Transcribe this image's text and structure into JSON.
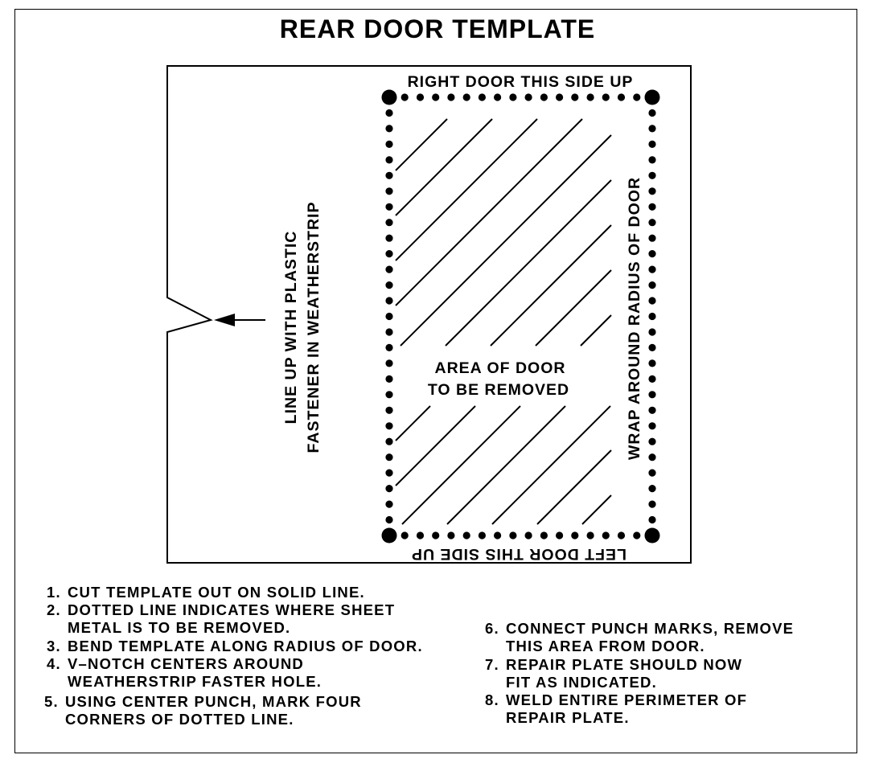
{
  "title": "REAR DOOR TEMPLATE",
  "labels": {
    "top": "RIGHT DOOR THIS SIDE UP",
    "bottom": "LEFT DOOR THIS SIDE UP",
    "right": "WRAP AROUND RADIUS OF DOOR",
    "left_line1": "LINE UP WITH PLASTIC",
    "left_line2": "FASTENER IN WEATHERSTRIP",
    "center_line1": "AREA OF DOOR",
    "center_line2": "TO BE REMOVED"
  },
  "steps": [
    {
      "num": "1.",
      "lines": [
        "CUT TEMPLATE OUT ON SOLID LINE."
      ]
    },
    {
      "num": "2.",
      "lines": [
        "DOTTED LINE INDICATES WHERE SHEET",
        "METAL IS TO BE REMOVED."
      ]
    },
    {
      "num": "3.",
      "lines": [
        "BEND TEMPLATE ALONG RADIUS OF DOOR."
      ]
    },
    {
      "num": "4.",
      "lines": [
        "V–NOTCH CENTERS AROUND",
        "WEATHERSTRIP FASTER HOLE."
      ]
    },
    {
      "num": "5.",
      "lines": [
        "USING CENTER PUNCH, MARK FOUR",
        "CORNERS OF DOTTED LINE."
      ]
    },
    {
      "num": "6.",
      "lines": [
        "CONNECT PUNCH MARKS, REMOVE",
        "THIS AREA FROM DOOR."
      ]
    },
    {
      "num": "7.",
      "lines": [
        "REPAIR PLATE SHOULD NOW",
        "FIT AS INDICATED."
      ]
    },
    {
      "num": "8.",
      "lines": [
        "WELD ENTIRE PERIMETER OF",
        "REPAIR PLATE."
      ]
    }
  ]
}
